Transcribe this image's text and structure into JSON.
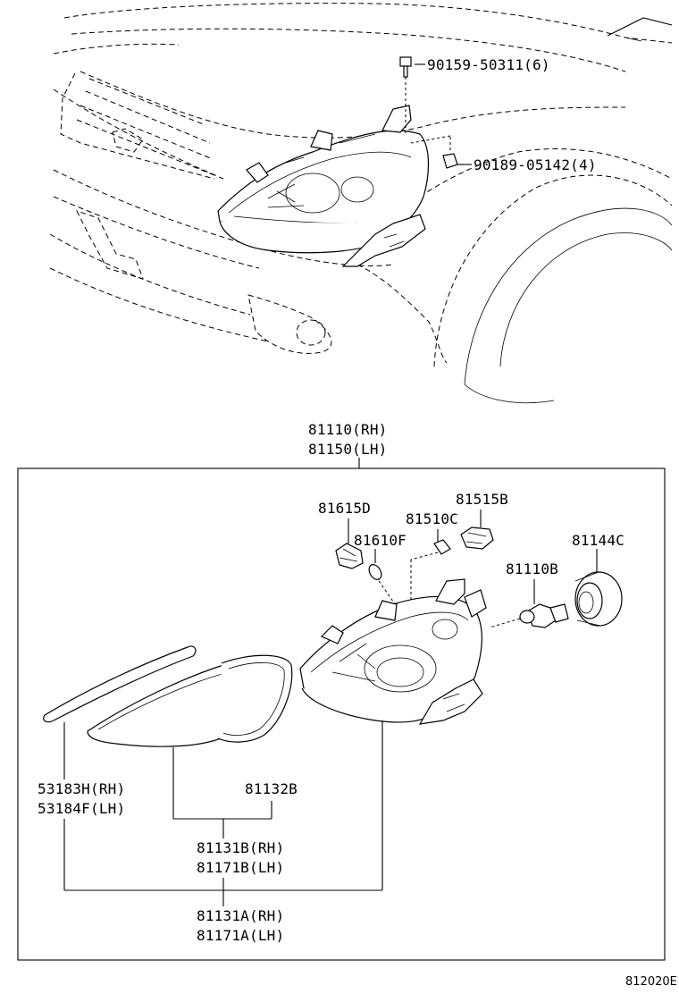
{
  "top_parts": {
    "bolt": "90159-50311(6)",
    "nut": "90189-05142(4)"
  },
  "assembly": {
    "rh": "81110(RH)",
    "lh": "81150(LH)"
  },
  "components": {
    "socket_d": "81615D",
    "bulb_f": "81610F",
    "bulb_c": "81510C",
    "socket_b": "81515B",
    "cap": "81144C",
    "bulb_b": "81110B"
  },
  "bottom_labels": {
    "gasket_rh": "53183H(RH)",
    "gasket_lh": "53184F(LH)",
    "seal": "81132B",
    "lens_rh": "81131B(RH)",
    "lens_lh": "81171B(LH)",
    "unit_rh": "81131A(RH)",
    "unit_lh": "81171A(LH)"
  },
  "diagram_code": "812020E"
}
